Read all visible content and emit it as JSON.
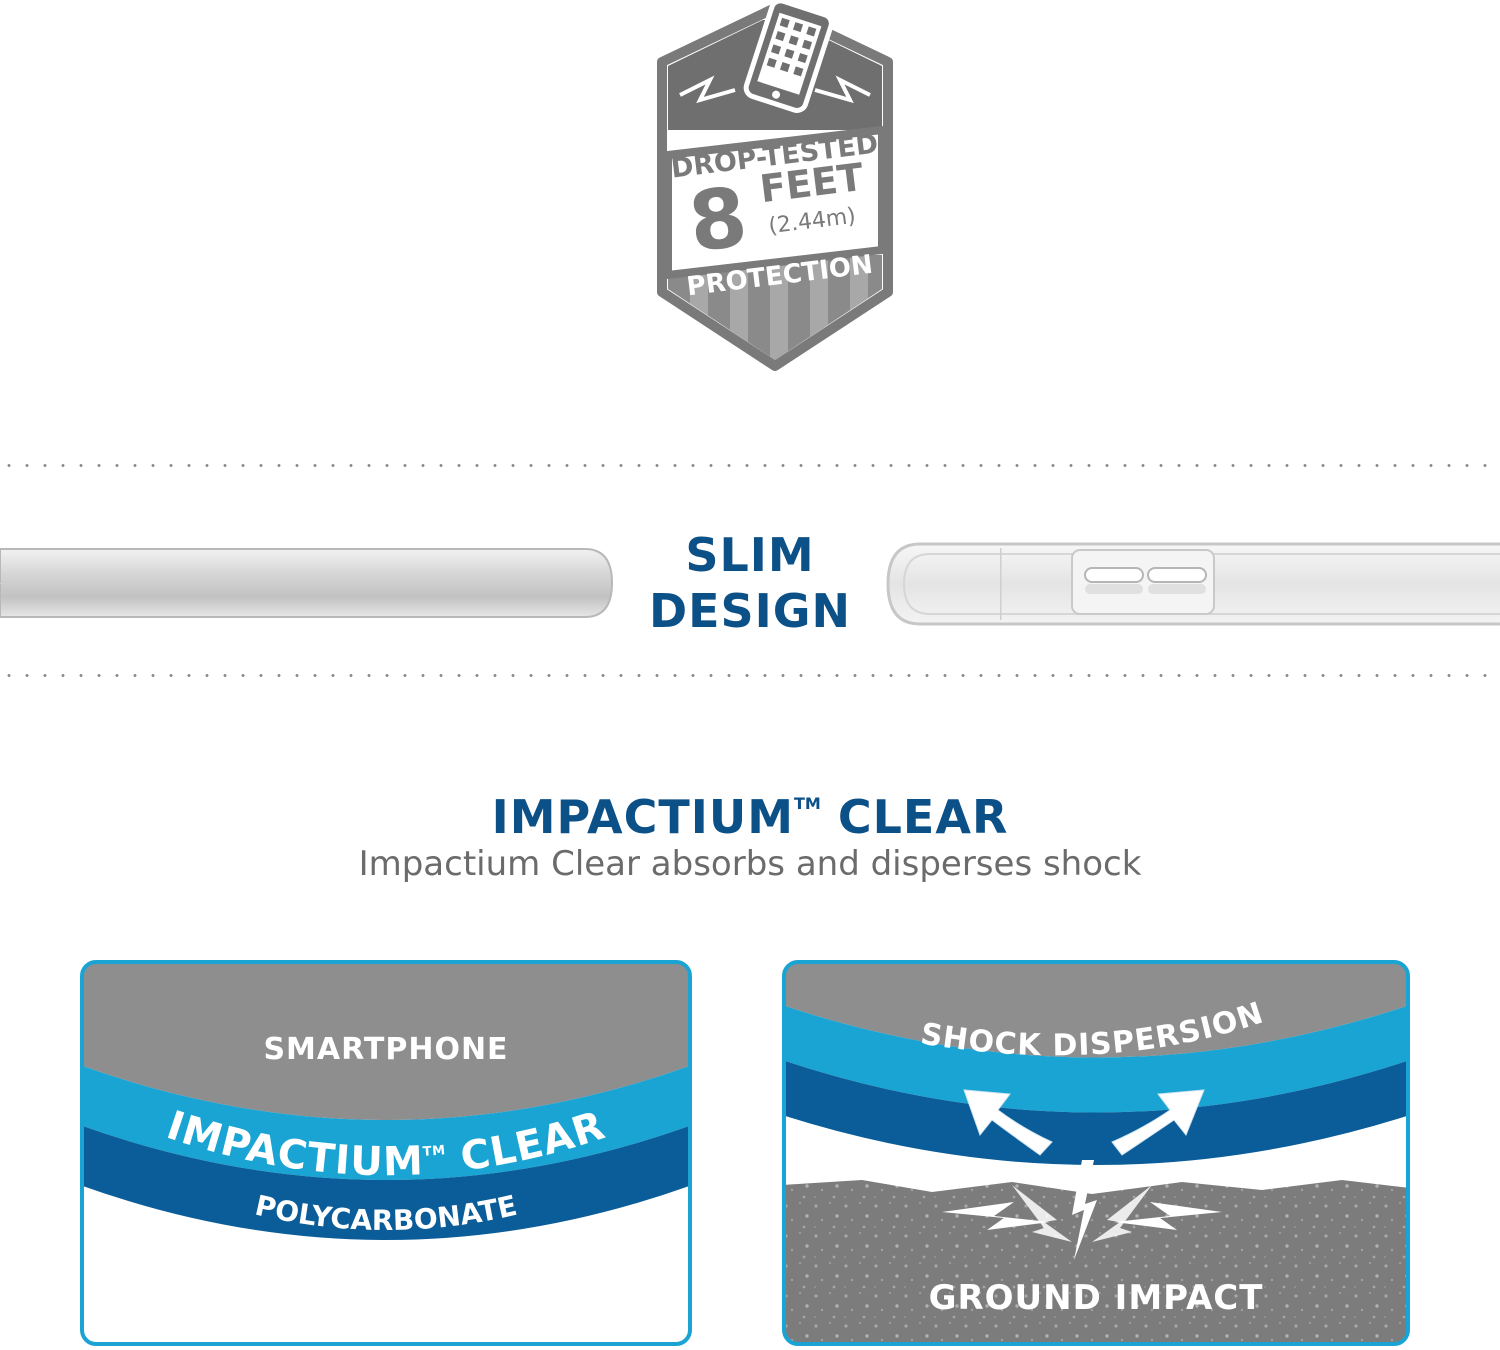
{
  "badge": {
    "line1": "DROP-TESTED",
    "number": "8",
    "unit": "FEET",
    "metric": "(2.44m)",
    "line2": "PROTECTION"
  },
  "slim": {
    "line1": "SLIM",
    "line2": "DESIGN"
  },
  "impactium": {
    "title": "IMPACTIUM",
    "tm": "TM",
    "title_suffix": " CLEAR",
    "subtitle": "Impactium Clear absorbs and disperses shock"
  },
  "panel_left": {
    "top_label": "SMARTPHONE",
    "band1_label": "IMPACTIUM",
    "band1_tm": "TM",
    "band1_suffix": " CLEAR",
    "band2_label": "POLYCARBONATE"
  },
  "panel_right": {
    "top_label": "SHOCK DISPERSION",
    "bottom_label": "GROUND IMPACT"
  },
  "colors": {
    "navy": "#0c5088",
    "cyan": "#1aa4d3",
    "dark_blue": "#0a5d98",
    "gray": "#8e8e8e",
    "badge_gray": "#7a7a7a"
  }
}
